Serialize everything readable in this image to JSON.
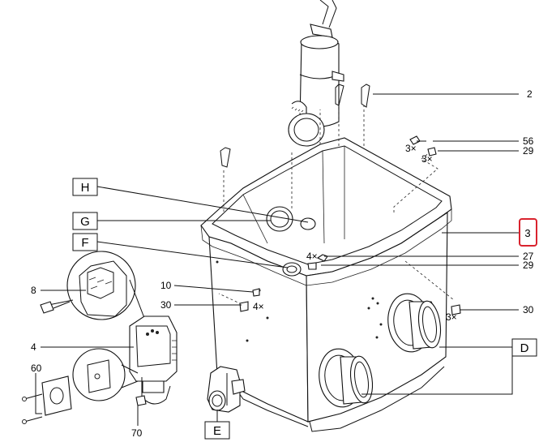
{
  "callouts": {
    "c2": "2",
    "c56": "56",
    "c29a": "29",
    "c3x_a": "3×",
    "c3x_b": "3×",
    "c3": "3",
    "c27": "27",
    "c29b": "29",
    "c4x_a": "4×",
    "c30a": "30",
    "c3x_c": "3×",
    "c8": "8",
    "c10": "10",
    "c30b": "30",
    "c4x_b": "4×",
    "c4": "4",
    "c60": "60",
    "c70": "70"
  },
  "letters": {
    "H": "H",
    "G": "G",
    "F": "F",
    "D": "D",
    "E": "E"
  },
  "highlight_color": "#d9232e"
}
